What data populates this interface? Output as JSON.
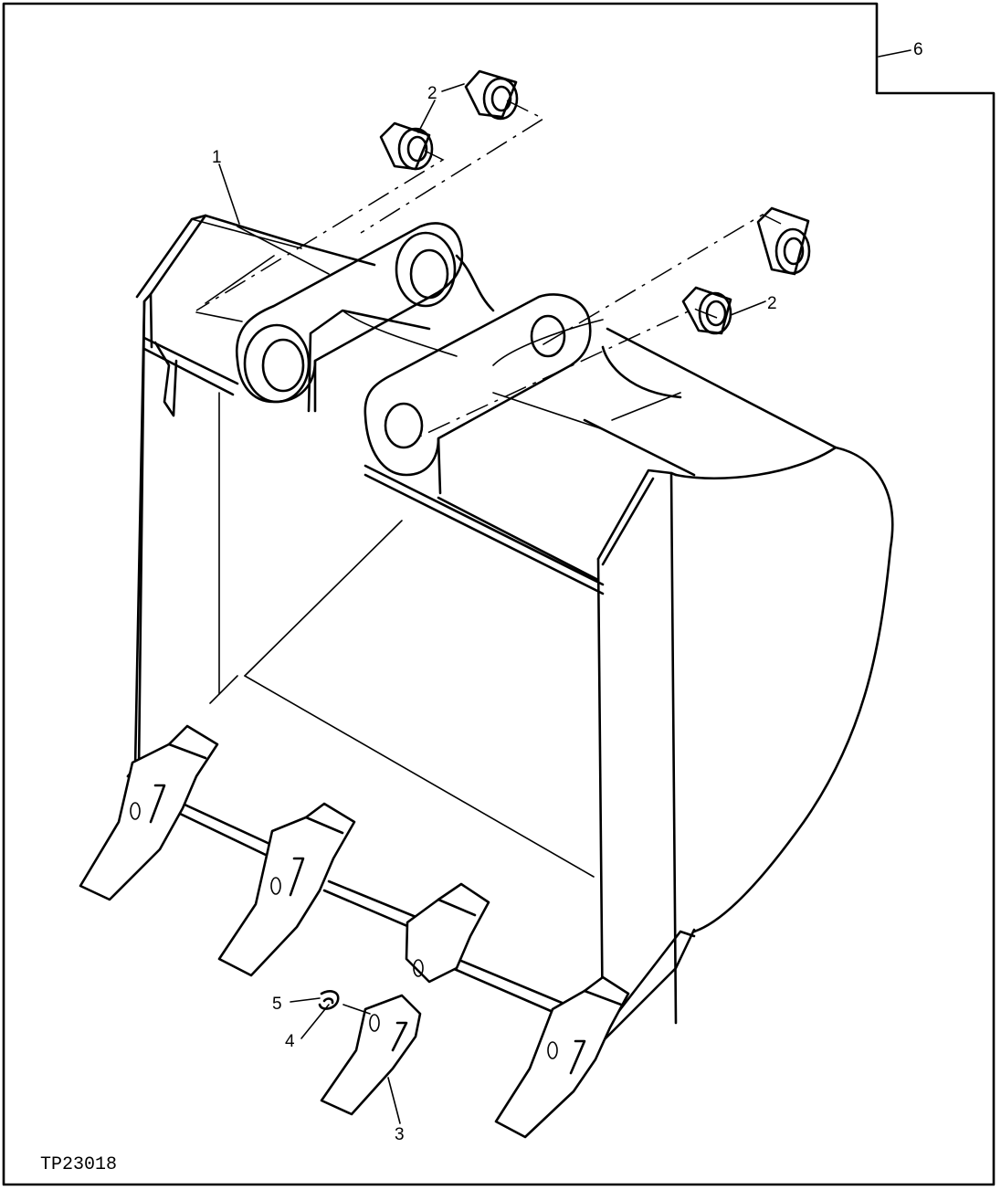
{
  "callouts": {
    "c1": "1",
    "c2a": "2",
    "c2b": "2",
    "c3": "3",
    "c4": "4",
    "c5": "5",
    "c6": "6"
  },
  "figure_code": "TP23018"
}
